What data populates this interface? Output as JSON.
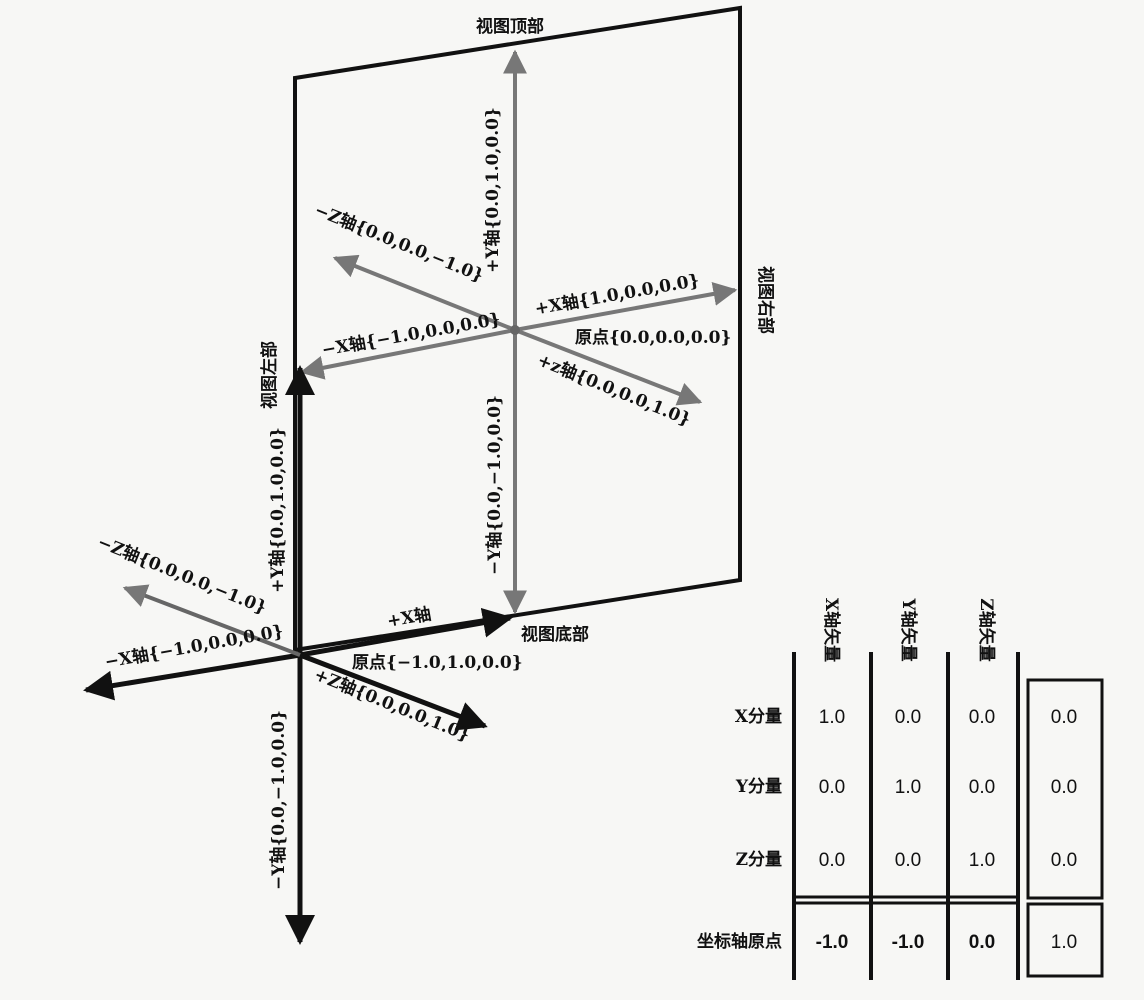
{
  "view_labels": {
    "top": "视图顶部",
    "right": "视图右部",
    "left": "视图左部",
    "bottom": "视图底部"
  },
  "view_axes": {
    "pos_y": "+Y轴{0.0,1.0,0.0}",
    "neg_y": "−Y轴{0.0,−1.0,0.0}",
    "pos_x": "+X轴{1.0,0.0,0.0}",
    "neg_x": "−X轴{−1.0,0.0,0.0}",
    "pos_z": "+z轴{0.0,0.0,1.0}",
    "neg_z": "−Z轴{0.0,0.0,−1.0}",
    "origin": "原点{0.0,0.0,0.0}"
  },
  "world_axes": {
    "pos_y": "+Y轴{0.0,1.0,0.0}",
    "neg_y": "−Y轴{0.0,−1.0,0.0}",
    "pos_x": "+X轴",
    "neg_x": "−X轴{−1.0,0.0,0.0}",
    "pos_z": "+Z轴{0.0,0.0,1.0}",
    "neg_z": "−Z轴{0.0,0.0,−1.0}",
    "origin": "原点{−1.0,1.0,0.0}"
  },
  "table": {
    "col_headers": [
      "X轴矢量",
      "Y轴矢量",
      "Z轴矢量"
    ],
    "row_headers": [
      "X分量",
      "Y分量",
      "Z分量",
      "坐标轴原点"
    ],
    "rows": [
      [
        "1.0",
        "0.0",
        "0.0",
        "0.0"
      ],
      [
        "0.0",
        "1.0",
        "0.0",
        "0.0"
      ],
      [
        "0.0",
        "0.0",
        "1.0",
        "0.0"
      ],
      [
        "-1.0",
        "-1.0",
        "0.0",
        "1.0"
      ]
    ]
  }
}
